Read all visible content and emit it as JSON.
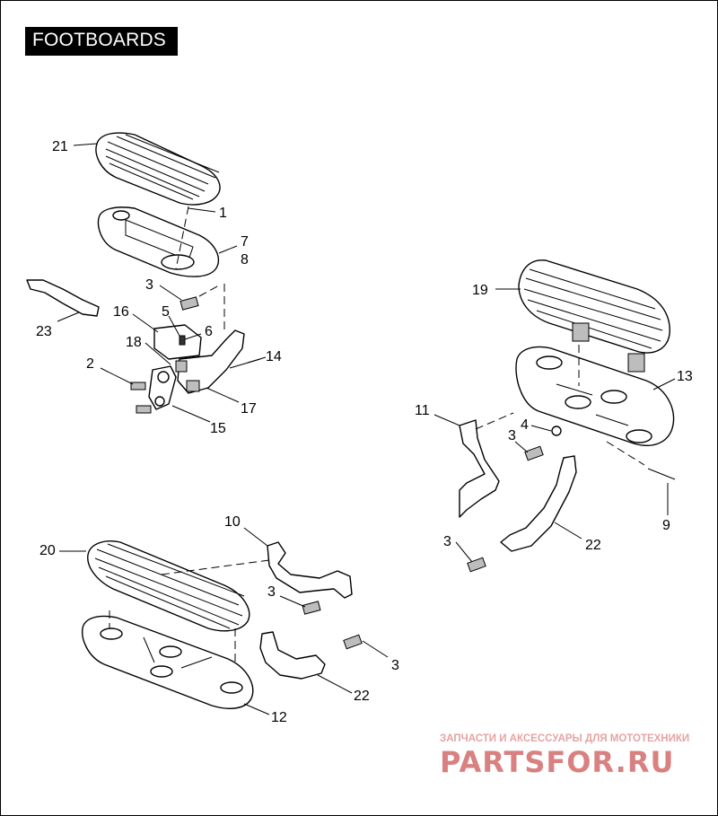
{
  "title": "FOOTBOARDS",
  "callouts": {
    "c1": "1",
    "c2": "2",
    "c3a": "3",
    "c3b": "3",
    "c3c": "3",
    "c3d": "3",
    "c3e": "3",
    "c4": "4",
    "c5": "5",
    "c6": "6",
    "c7": "7",
    "c8": "8",
    "c9": "9",
    "c10": "10",
    "c11": "11",
    "c12": "12",
    "c13": "13",
    "c14": "14",
    "c15": "15",
    "c16": "16",
    "c17": "17",
    "c18": "18",
    "c19": "19",
    "c20": "20",
    "c21": "21",
    "c22a": "22",
    "c22b": "22",
    "c23": "23"
  },
  "watermark": {
    "tagline": "ЗАПЧАСТИ И АКСЕССУАРЫ ДЛЯ МОТОТЕХНИКИ",
    "brand": "PARTSFOR.RU"
  },
  "colors": {
    "ink": "#000000",
    "watermark": "#d98080"
  }
}
